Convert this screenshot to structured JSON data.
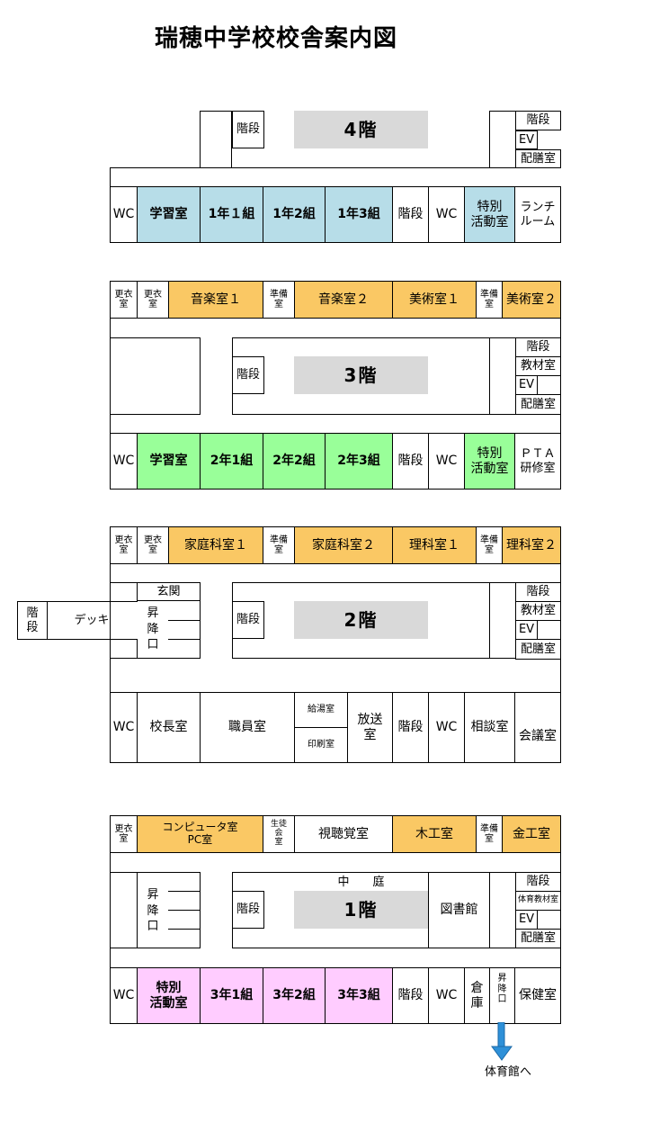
{
  "title": "瑞穂中学校校舎案内図",
  "colors": {
    "blue": "#b7dde8",
    "orange": "#fac864",
    "green": "#99ff99",
    "pink": "#ffccff",
    "grey": "#d9d9d9"
  },
  "floor4": {
    "label": "4階",
    "stairs_top": "階段",
    "rooms": [
      "WC",
      "学習室",
      "1年１組",
      "1年2組",
      "1年3組",
      "階段",
      "WC",
      "特別\n活動室",
      "ランチ\nルーム"
    ],
    "right_stack": [
      "階段",
      "EV",
      "配膳室"
    ]
  },
  "floor3": {
    "label": "3階",
    "stairs_mid": "階段",
    "top_rooms": [
      "更衣\n室",
      "更衣\n室",
      "音楽室１",
      "準備\n室",
      "音楽室２",
      "美術室１",
      "準備\n室",
      "美術室２"
    ],
    "rooms": [
      "WC",
      "学習室",
      "2年1組",
      "2年2組",
      "2年3組",
      "階段",
      "WC",
      "特別\n活動室",
      "ＰＴＡ\n研修室"
    ],
    "right_stack": [
      "階段",
      "教材室",
      "EV",
      "配膳室"
    ]
  },
  "floor2": {
    "label": "2階",
    "stairs_mid": "階段",
    "top_rooms": [
      "更衣\n室",
      "更衣\n室",
      "家庭科室１",
      "準備\n室",
      "家庭科室２",
      "理科室１",
      "準備\n室",
      "理科室２"
    ],
    "deck_stairs": "階\n段",
    "deck": "デッキ",
    "entrance": "玄関",
    "lift": "昇\n降\n口",
    "right_stack": [
      "階段",
      "教材室",
      "EV",
      "配膳室"
    ],
    "rooms": [
      "WC",
      "校長室",
      "職員室",
      "給湯室",
      "印刷室",
      "放送\n室",
      "階段",
      "WC",
      "相談室",
      "会議室"
    ]
  },
  "floor1": {
    "label": "1階",
    "courtyard": "中　　庭",
    "stairs_mid": "階段",
    "top_rooms": [
      "更衣\n室",
      "コンピュータ室\nPC室",
      "生徒\n会\n室",
      "視聴覚室",
      "木工室",
      "準備\n室",
      "金工室"
    ],
    "lift": "昇\n降\n口",
    "library": "図書館",
    "right_stack": [
      "階段",
      "体育教材室",
      "EV",
      "配膳室"
    ],
    "rooms": [
      "WC",
      "特別\n活動室",
      "3年1組",
      "3年2組",
      "3年3組",
      "階段",
      "WC",
      "倉\n庫",
      "昇\n降\n口",
      "保健室"
    ],
    "gym_arrow": "体育館へ"
  }
}
